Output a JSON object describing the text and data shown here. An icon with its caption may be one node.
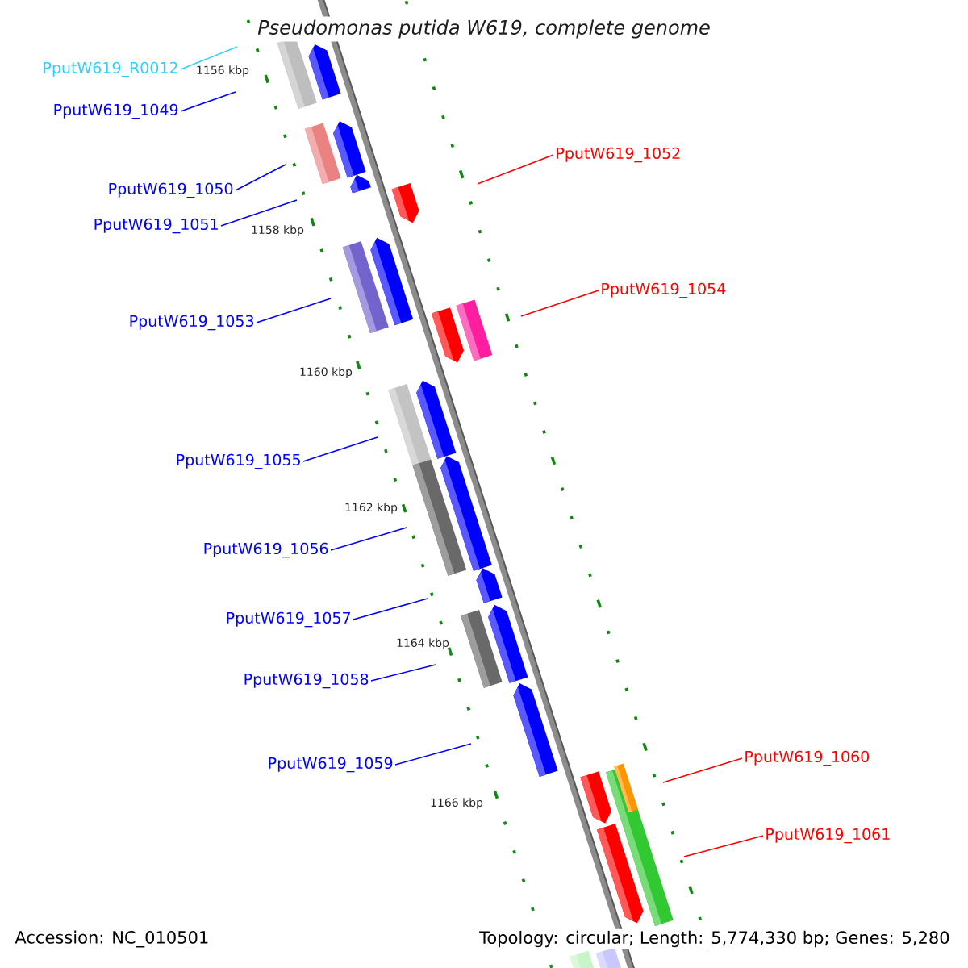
{
  "diagram": {
    "title": "Pseudomonas putida W619, complete genome",
    "nodes": [
      {
        "text": [
          "PputW619_R0012"
        ]
      },
      {
        "text": [
          "PputW619_1049"
        ]
      },
      {
        "text": [
          "PputW619_1052"
        ]
      },
      {
        "text": [
          "PputW619_1050"
        ]
      },
      {
        "text": [
          "PputW619_1051"
        ]
      },
      {
        "text": [
          "PputW619_1054"
        ]
      },
      {
        "text": [
          "PputW619_1053"
        ]
      },
      {
        "text": [
          "PputW619_1055"
        ]
      },
      {
        "text": [
          "PputW619_1056"
        ]
      },
      {
        "text": [
          "PputW619_1057"
        ]
      },
      {
        "text": [
          "PputW619_1058"
        ]
      },
      {
        "text": [
          "PputW619_1060"
        ]
      },
      {
        "text": [
          "PputW619_1059"
        ]
      },
      {
        "text": [
          "PputW619_1061"
        ]
      }
    ],
    "edges": [
      {
        "from": 0,
        "to": null,
        "arrow": "none",
        "color": "#33ccff"
      },
      {
        "from": 1,
        "to": null,
        "arrow": "none"
      },
      {
        "from": 2,
        "to": null,
        "arrow": "none",
        "color": "#ff0000"
      },
      {
        "from": 3,
        "to": null,
        "arrow": "none"
      },
      {
        "from": 4,
        "to": null,
        "arrow": "none"
      },
      {
        "from": 5,
        "to": null,
        "arrow": "none",
        "color": "#ff0000"
      },
      {
        "from": 6,
        "to": null,
        "arrow": "none"
      },
      {
        "from": 7,
        "to": null,
        "arrow": "none"
      },
      {
        "from": 8,
        "to": null,
        "arrow": "none"
      },
      {
        "from": 9,
        "to": null,
        "arrow": "none"
      },
      {
        "from": 10,
        "to": null,
        "arrow": "none"
      },
      {
        "from": 11,
        "to": null,
        "arrow": "none",
        "color": "#ff0000"
      },
      {
        "from": 12,
        "to": null,
        "arrow": "none"
      },
      {
        "from": 13,
        "to": null,
        "arrow": "none",
        "color": "#ff0000"
      }
    ],
    "labels": [
      "1156 kbp",
      "1158 kbp",
      "1160 kbp",
      "1162 kbp",
      "1164 kbp",
      "1166 kbp",
      "Accession: NC_010501",
      "Topology: circular; Length: 5,774,330 bp; Genes: 5,280"
    ]
  }
}
